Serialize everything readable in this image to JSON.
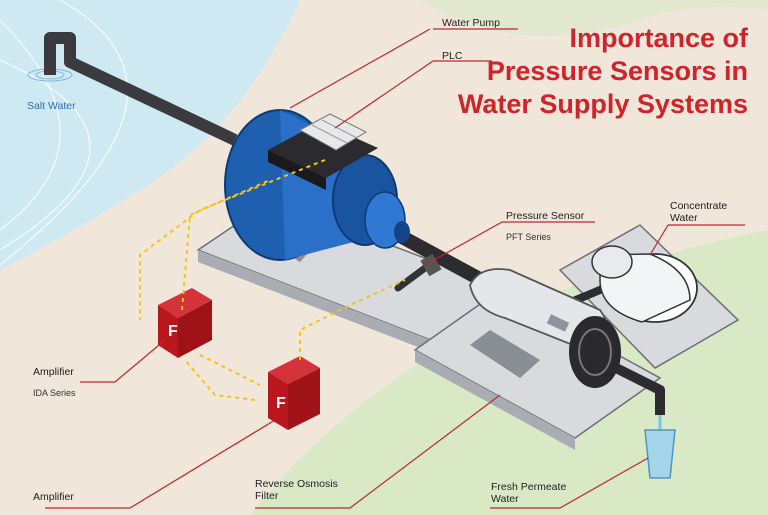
{
  "title": "Importance of Pressure Sensors in Water Supply Systems",
  "labels": {
    "salt_water": "Salt Water",
    "water_pump": "Water Pump",
    "plc": "PLC",
    "pressure_sensor": "Pressure Sensor",
    "pft_series": "PFT Series",
    "concentrate_water": "Concentrate Water",
    "amplifier_1": "Amplifier",
    "ida_series": "IDA Series",
    "amplifier_2": "Amplifier",
    "reverse_osmosis_filter": "Reverse Osmosis Filter",
    "fresh_permeate_water": "Fresh Permeate Water"
  },
  "colors": {
    "title": "#d1232a",
    "leader_line": "#c0262c",
    "salt_water_text": "#2a6fb0",
    "pump_blue": "#1f5fb0",
    "amplifier_red": "#b8171e",
    "signal_yellow": "#f2c318",
    "sand": "#e7d8c6",
    "water": "#cde8f3",
    "grass": "#d9e9c6"
  }
}
